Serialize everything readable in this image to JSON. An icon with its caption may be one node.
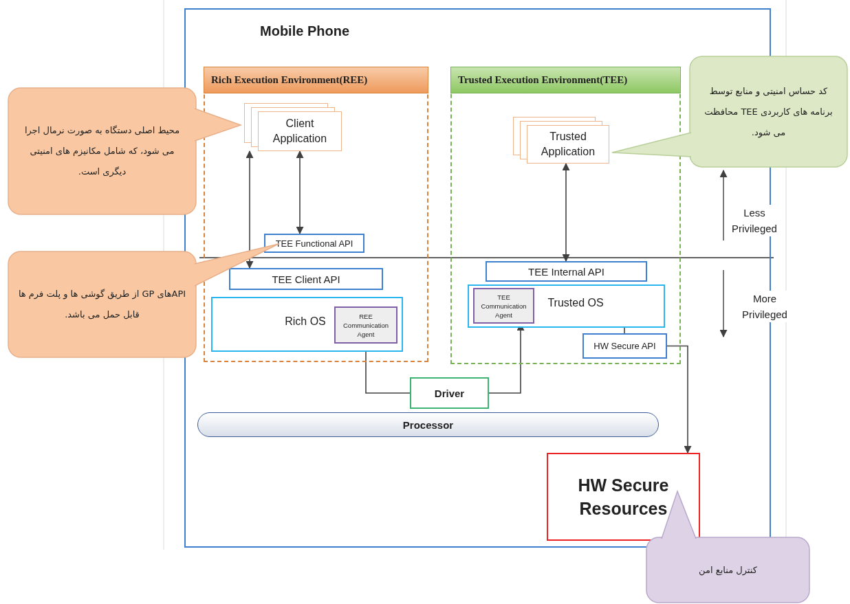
{
  "diagram": {
    "nodes": [
      {
        "text": [
          "Mobile Phone"
        ]
      },
      {
        "text": [
          "Rich Execution Environment(REE)"
        ],
        "in": 0
      },
      {
        "text": [
          "Trusted Execution Environment(TEE)"
        ],
        "in": 0
      },
      {
        "text": [
          "Client Application"
        ],
        "in": 1
      },
      {
        "text": [
          "TEE Functional API"
        ],
        "in": 1
      },
      {
        "text": [
          "TEE Client API"
        ],
        "in": 1
      },
      {
        "text": [
          "Rich OS"
        ],
        "in": 1
      },
      {
        "text": [
          "REE Communication Agent"
        ],
        "in": 6
      },
      {
        "text": [
          "Trusted Application"
        ],
        "in": 2
      },
      {
        "text": [
          "TEE Internal API"
        ],
        "in": 2
      },
      {
        "text": [
          "Trusted OS"
        ],
        "in": 2
      },
      {
        "text": [
          "TEE Communication Agent"
        ],
        "in": 10
      },
      {
        "text": [
          "HW Secure API"
        ],
        "in": 2
      },
      {
        "text": [
          "Driver"
        ],
        "in": 0
      },
      {
        "text": [
          "Processor"
        ],
        "in": 0
      },
      {
        "text": [
          "HW Secure Resources"
        ],
        "in": 0
      },
      {
        "text": [
          "محیط اصلی دستگاه به صورت نرمال اجرا می شود، که شامل مکانیزم های امنیتی دیگری است."
        ]
      },
      {
        "text": [
          "APIهای GP از طریق گوشی ها و پلت فرم ها قابل حمل می باشد."
        ]
      },
      {
        "text": [
          "کد حساس امنیتی و منابع توسط برنامه های کاربردی TEE محافظت می شود."
        ]
      },
      {
        "text": [
          "کنترل منابع امن"
        ]
      }
    ],
    "edges": [
      {
        "from": 3,
        "to": 4,
        "arrow": "both"
      },
      {
        "from": 5,
        "to": 3,
        "arrow": "both"
      },
      {
        "from": 8,
        "to": 9,
        "arrow": "both"
      },
      {
        "from": 13,
        "to": 7,
        "arrow": "to"
      },
      {
        "from": 13,
        "to": 11,
        "arrow": "to"
      },
      {
        "from": 10,
        "to": 12,
        "arrow": "none"
      },
      {
        "from": 12,
        "to": 15,
        "arrow": "to"
      }
    ],
    "labels": [
      "Less Privileged",
      "More Privileged"
    ]
  }
}
